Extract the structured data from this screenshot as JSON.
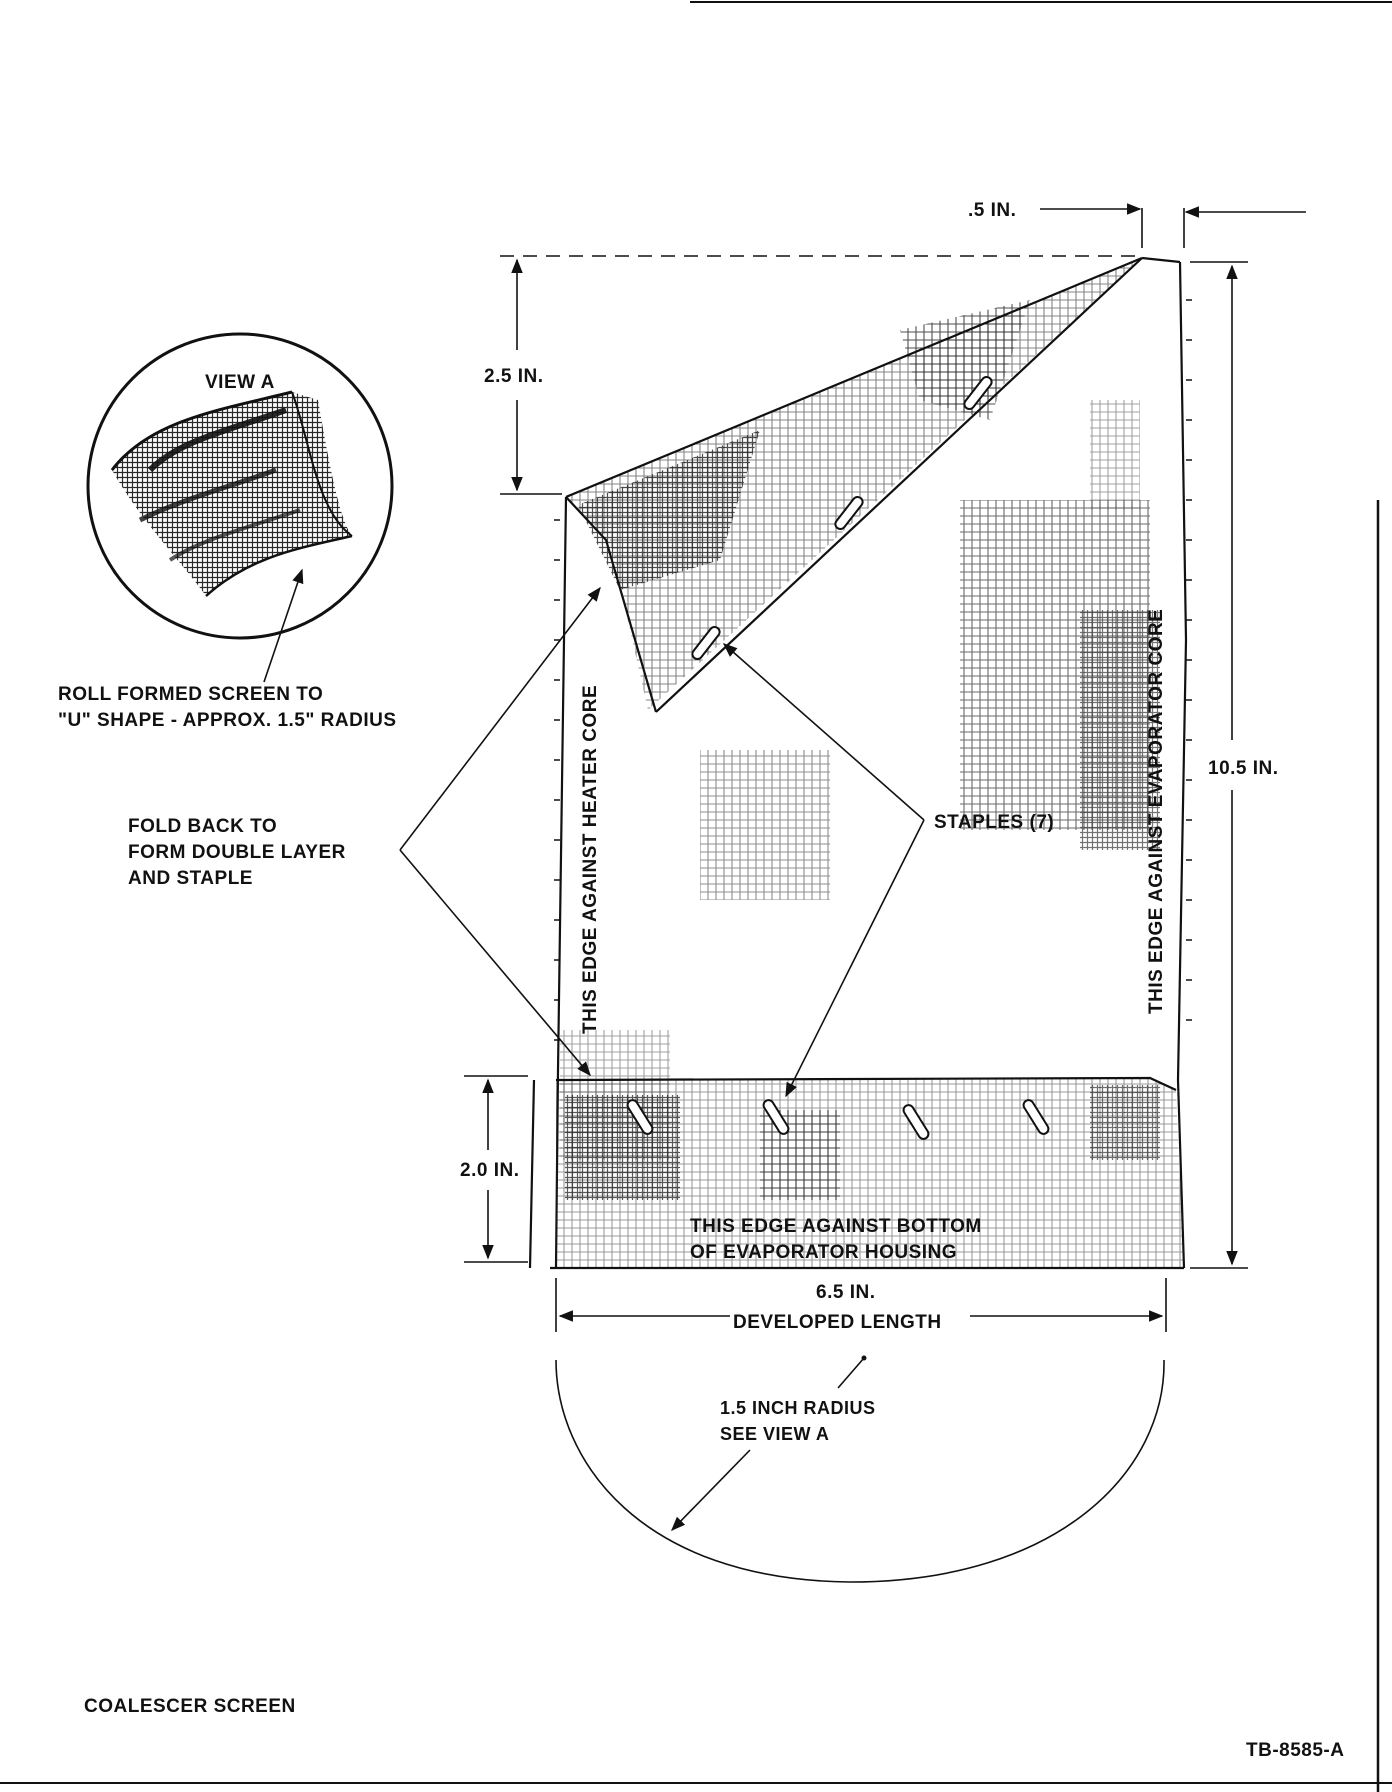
{
  "view_a": {
    "title": "VIEW A"
  },
  "callouts": {
    "roll_formed_line1": "ROLL FORMED SCREEN TO",
    "roll_formed_line2": "\"U\" SHAPE - APPROX. 1.5\" RADIUS",
    "fold_back_line1": "FOLD BACK TO",
    "fold_back_line2": "FORM DOUBLE LAYER",
    "fold_back_line3": "AND STAPLE",
    "staples": "STAPLES (7)",
    "radius_line1": "1.5 INCH RADIUS",
    "radius_line2": "SEE VIEW A"
  },
  "edges": {
    "heater_core": "THIS EDGE AGAINST HEATER CORE",
    "evaporator_core": "THIS EDGE AGAINST EVAPORATOR CORE",
    "bottom_line1": "THIS EDGE AGAINST BOTTOM",
    "bottom_line2": "OF EVAPORATOR HOUSING"
  },
  "dimensions": {
    "top_offset": ".5 IN.",
    "fold_height": "2.5 IN.",
    "total_height": "10.5 IN.",
    "bottom_height": "2.0 IN.",
    "width_value": "6.5 IN.",
    "width_label": "DEVELOPED LENGTH"
  },
  "footer": {
    "caption": "COALESCER SCREEN",
    "ref": "TB-8585-A"
  }
}
